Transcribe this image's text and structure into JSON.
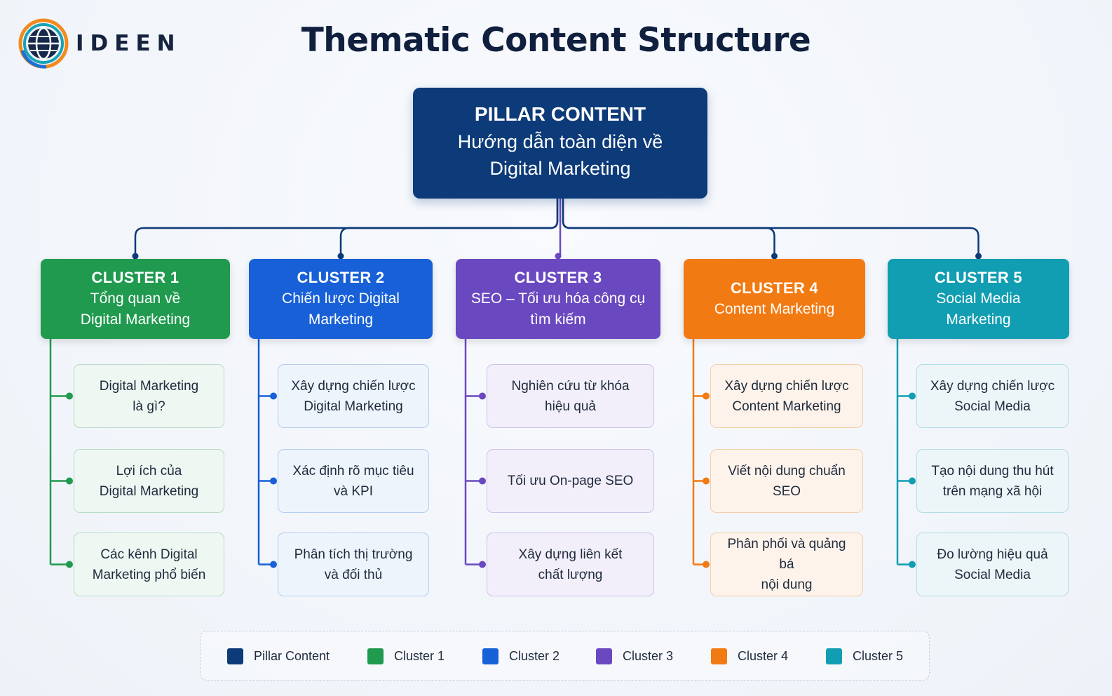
{
  "brand": {
    "name": "IDEEN"
  },
  "title": "Thematic Content Structure",
  "pillar": {
    "heading": "PILLAR CONTENT",
    "line1": "Hướng dẫn toàn diện về",
    "line2": "Digital Marketing",
    "color": "#0d3a78"
  },
  "clusters": [
    {
      "heading": "CLUSTER 1",
      "line1": "Tổng quan về",
      "line2": "Digital Marketing",
      "color": "#1f9a4e",
      "tint": "#eef7f1",
      "border": "#b9dcc6",
      "topics": [
        {
          "line1": "Digital Marketing",
          "line2": "là gì?"
        },
        {
          "line1": "Lợi ích của",
          "line2": "Digital Marketing"
        },
        {
          "line1": "Các kênh Digital",
          "line2": "Marketing phổ biến"
        }
      ]
    },
    {
      "heading": "CLUSTER 2",
      "line1": "Chiến lược Digital",
      "line2": "Marketing",
      "color": "#1760d8",
      "tint": "#eef4fc",
      "border": "#b6cdef",
      "topics": [
        {
          "line1": "Xây dựng chiến lược",
          "line2": "Digital Marketing"
        },
        {
          "line1": "Xác định rõ mục tiêu",
          "line2": "và KPI"
        },
        {
          "line1": "Phân tích thị trường",
          "line2": "và đối thủ"
        }
      ]
    },
    {
      "heading": "CLUSTER 3",
      "line1": "SEO – Tối ưu hóa công cụ",
      "line2": "tìm kiếm",
      "color": "#6a48c0",
      "tint": "#f2effa",
      "border": "#cdc2ea",
      "topics": [
        {
          "line1": "Nghiên cứu từ khóa",
          "line2": "hiệu quả"
        },
        {
          "line1": "Tối ưu On-page SEO",
          "line2": ""
        },
        {
          "line1": "Xây dựng liên kết",
          "line2": "chất lượng"
        }
      ]
    },
    {
      "heading": "CLUSTER 4",
      "line1": "Content Marketing",
      "line2": "",
      "color": "#f27a12",
      "tint": "#fdf3ea",
      "border": "#f3cfaa",
      "topics": [
        {
          "line1": "Xây dựng chiến lược",
          "line2": "Content Marketing"
        },
        {
          "line1": "Viết nội dung chuẩn",
          "line2": "SEO"
        },
        {
          "line1": "Phân phối và quảng bá",
          "line2": "nội dung"
        }
      ]
    },
    {
      "heading": "CLUSTER 5",
      "line1": "Social Media",
      "line2": "Marketing",
      "color": "#119db2",
      "tint": "#ecf6f8",
      "border": "#b1dde4",
      "topics": [
        {
          "line1": "Xây dựng chiến lược",
          "line2": "Social Media"
        },
        {
          "line1": "Tạo nội dung thu hút",
          "line2": "trên mạng xã hội"
        },
        {
          "line1": "Đo lường hiệu quả",
          "line2": "Social Media"
        }
      ]
    }
  ],
  "legend": [
    {
      "label": "Pillar Content",
      "color": "#0d3a78"
    },
    {
      "label": "Cluster 1",
      "color": "#1f9a4e"
    },
    {
      "label": "Cluster 2",
      "color": "#1760d8"
    },
    {
      "label": "Cluster 3",
      "color": "#6a48c0"
    },
    {
      "label": "Cluster 4",
      "color": "#f27a12"
    },
    {
      "label": "Cluster 5",
      "color": "#119db2"
    }
  ]
}
